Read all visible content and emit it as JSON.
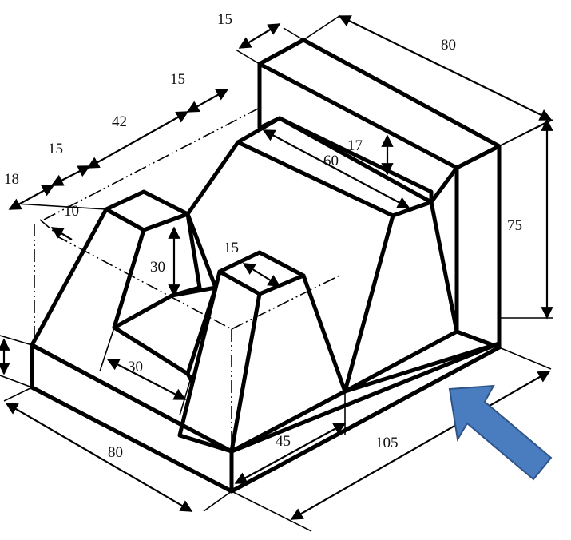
{
  "dimensions": {
    "d15_top": "15",
    "d80_top": "80",
    "d15_upper": "15",
    "d42": "42",
    "d15_left": "15",
    "d18": "18",
    "d10": "10",
    "d17": "17",
    "d60": "60",
    "d75": "75",
    "d30_height": "30",
    "d15_post": "15",
    "d30_slot": "30",
    "d80_bottom": "80",
    "d45": "45",
    "d105": "105"
  },
  "colors": {
    "line": "#000000",
    "view_arrow": "#4a7cc0",
    "background": "#ffffff"
  },
  "icons": {
    "view_direction": "view-direction-arrow-icon"
  }
}
